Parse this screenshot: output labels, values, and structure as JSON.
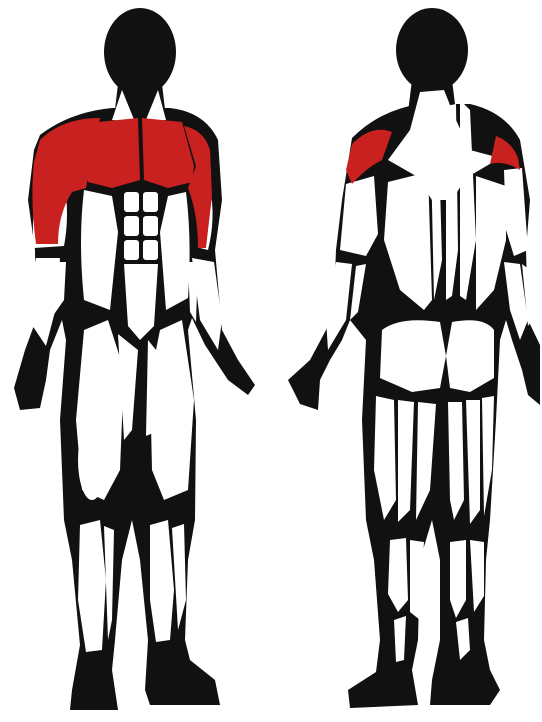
{
  "diagram": {
    "views": [
      "front",
      "back"
    ],
    "highlighted_muscles": [
      "deltoids",
      "pectorals"
    ],
    "colors": {
      "highlight": "#c8211f",
      "body": "#111111",
      "muscle": "#ffffff",
      "background": "#ffffff"
    }
  }
}
